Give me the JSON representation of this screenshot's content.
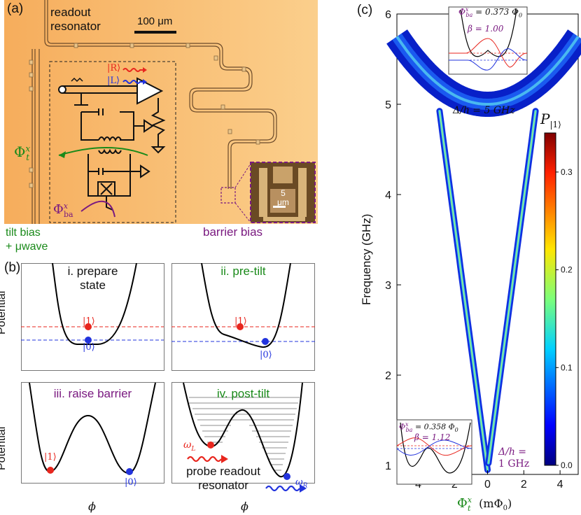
{
  "panel_a": {
    "label": "(a)",
    "readout_resonator": [
      "readout",
      "resonator"
    ],
    "scale_bar": "100 μm",
    "ket_R": "|R⟩",
    "ket_L": "|L⟩",
    "phi_t": "Φ",
    "phi_t_sup": "x",
    "phi_t_sub": "t",
    "phi_ba": "Φ",
    "phi_ba_sup": "x",
    "phi_ba_sub": "ba",
    "inset_scale": [
      "5",
      "μm"
    ],
    "tilt_bias": [
      "tilt bias",
      "+ μwave"
    ],
    "barrier_bias": "barrier bias",
    "colors": {
      "background": "#f8b868",
      "tilt": "#1a8a1a",
      "barrier": "#7a1a80",
      "R": "#e8261e",
      "L": "#2233dd"
    }
  },
  "panel_b": {
    "label": "(b)",
    "ylabel": "Potential",
    "xlabel": "ϕ",
    "ket1": "|1⟩",
    "ket0": "|0⟩",
    "sub_i": [
      "i. prepare",
      "state"
    ],
    "sub_ii": "ii. pre-tilt",
    "sub_iii": "iii. raise barrier",
    "sub_iv": "iv. post-tilt",
    "omega_L": "ω",
    "omega_L_sub": "L",
    "omega_R": "ω",
    "omega_R_sub": "R",
    "probe": [
      "probe readout",
      "resonator"
    ]
  },
  "chart_data": {
    "type": "heatmap",
    "label": "(c)",
    "ylabel": "Frequency (GHz)",
    "xlabel_main": "Φ",
    "xlabel_sup": "x",
    "xlabel_sub": "t",
    "xlabel_units": "(mΦ",
    "xlabel_units_sub": "0",
    "xlabel_units_end": ")",
    "xlim": [
      -5,
      5
    ],
    "ylim": [
      0.9,
      6
    ],
    "xticks": [
      -4,
      -2,
      0,
      2,
      4
    ],
    "yticks": [
      1,
      2,
      3,
      4,
      5,
      6
    ],
    "colorbar": {
      "label": "P",
      "label_sub": "|1⟩",
      "ticks": [
        0.0,
        0.1,
        0.2,
        0.3
      ],
      "range": [
        0,
        0.34
      ]
    },
    "branches": [
      {
        "vertex_x": 0,
        "vertex_y": 0.95,
        "slope": 1.5,
        "annotation": [
          "Δ/h =",
          "1 GHz"
        ]
      },
      {
        "vertex_x": 0,
        "vertex_y": 5.0,
        "slope": 0.03,
        "annotation": [
          "Δ/h = 5 GHz"
        ]
      }
    ],
    "inset_top": {
      "label": "Φ",
      "label_sup": "x",
      "label_sub": "ba",
      "value": "= 0.373 Φ",
      "value_sub": "0",
      "beta": "β = 1.00"
    },
    "inset_bottom": {
      "label": "Φ",
      "label_sup": "x",
      "label_sub": "ba",
      "value": "= 0.358 Φ",
      "value_sub": "0",
      "beta": "β = 1.12"
    }
  }
}
